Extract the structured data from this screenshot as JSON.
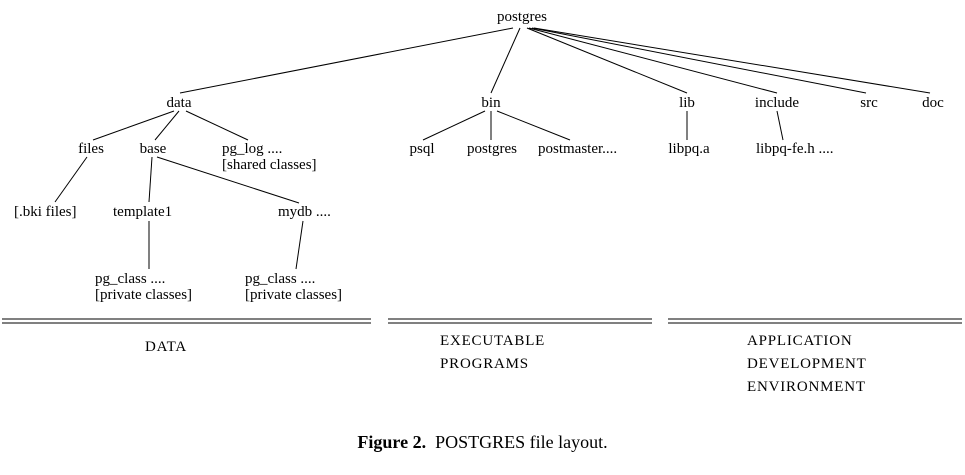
{
  "figure": {
    "caption_label": "Figure 2.",
    "caption_text": "POSTGRES file layout."
  },
  "tree": {
    "root": "postgres",
    "level1": {
      "data": "data",
      "bin": "bin",
      "lib": "lib",
      "include": "include",
      "src": "src",
      "doc": "doc"
    },
    "data_children": {
      "files": "files",
      "base": "base",
      "pg_log": "pg_log ....",
      "pg_log_note": "[shared classes]"
    },
    "files_children": {
      "bki": "[.bki files]"
    },
    "base_children": {
      "template1": "template1",
      "mydb": "mydb ...."
    },
    "template1_children": {
      "pg_class": "pg_class ....",
      "pg_class_note": "[private classes]"
    },
    "mydb_children": {
      "pg_class": "pg_class ....",
      "pg_class_note": "[private classes]"
    },
    "bin_children": {
      "psql": "psql",
      "postgres": "postgres",
      "postmaster": "postmaster...."
    },
    "lib_children": {
      "libpq": "libpq.a"
    },
    "include_children": {
      "libpq_fe": "libpq-fe.h ...."
    }
  },
  "sections": {
    "data": {
      "lines": [
        "DATA"
      ]
    },
    "executable": {
      "lines": [
        "EXECUTABLE",
        "PROGRAMS"
      ]
    },
    "application": {
      "lines": [
        "APPLICATION",
        "DEVELOPMENT",
        "ENVIRONMENT"
      ]
    }
  }
}
